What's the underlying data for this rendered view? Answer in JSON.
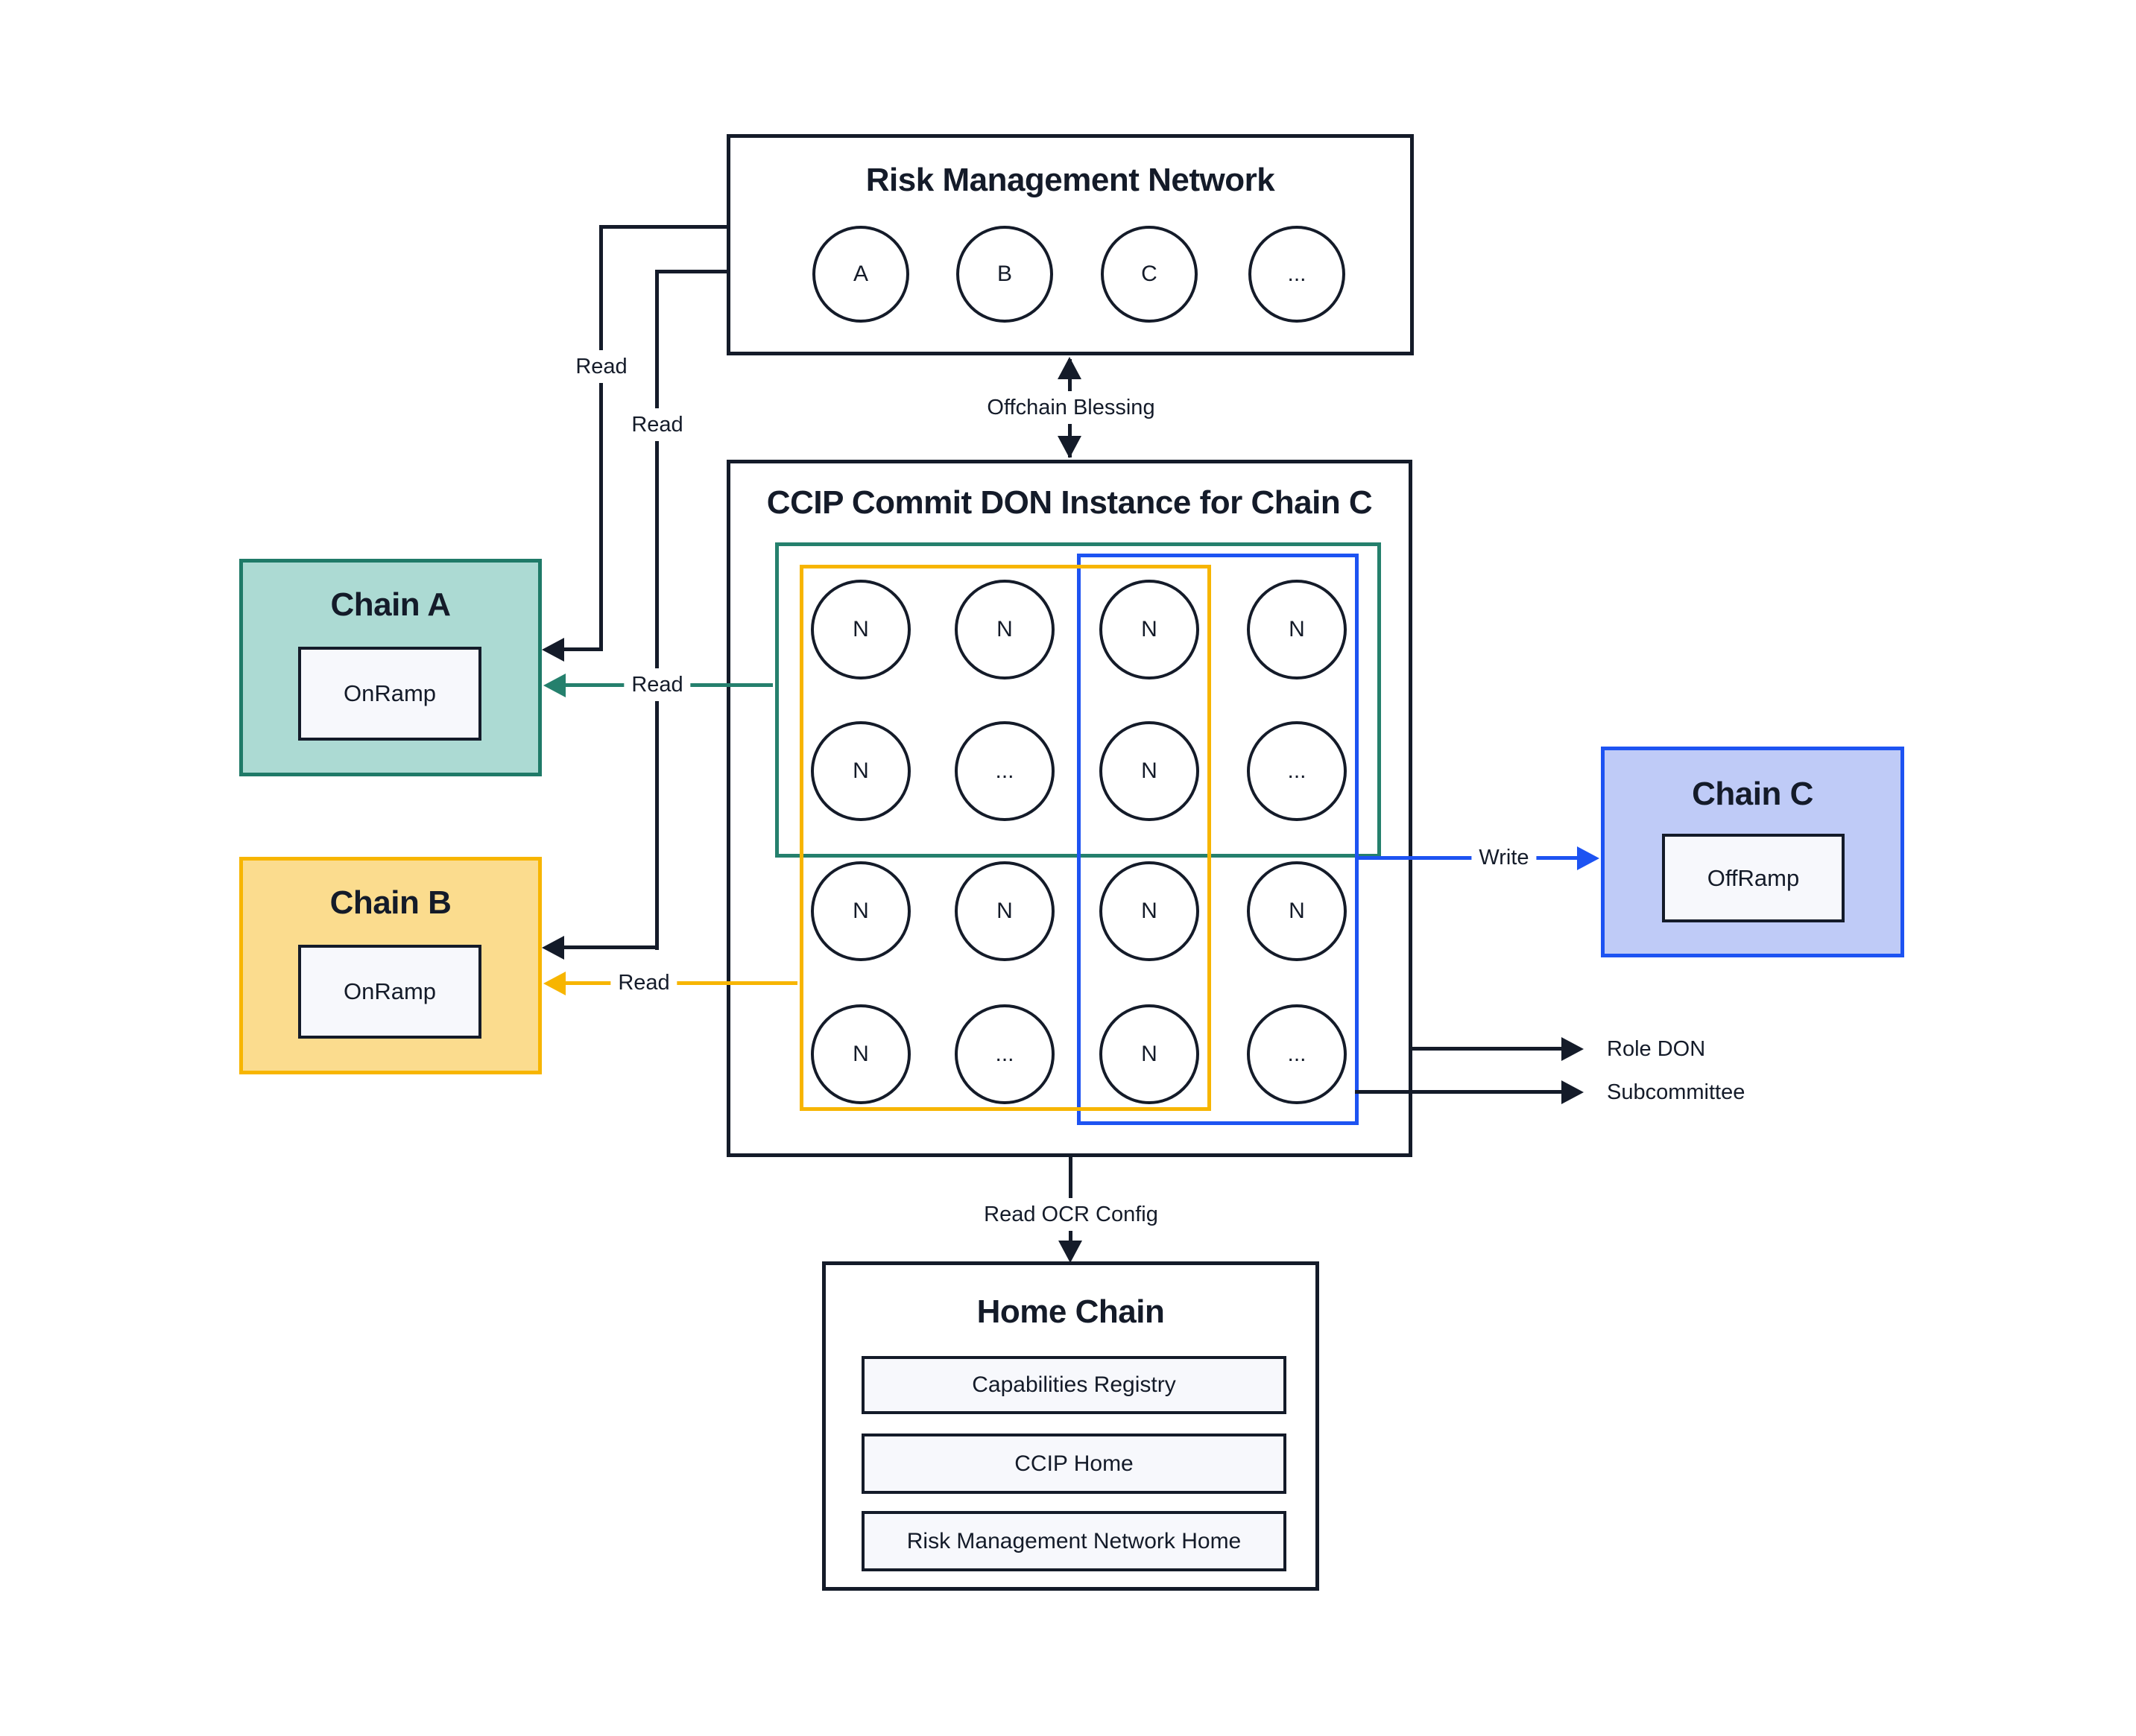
{
  "colors": {
    "line": "#141B29",
    "teal": "#25806D",
    "teal_fill": "#ACDAD3",
    "yellow": "#F7B500",
    "yellow_fill": "#FBDC8E",
    "blue": "#1D53F2",
    "blue_fill": "#BFCBF7",
    "contract_fill": "#F7F8FC",
    "background": "#FFFFFF"
  },
  "rmn": {
    "title": "Risk Management Network",
    "nodes": [
      "A",
      "B",
      "C",
      "..."
    ]
  },
  "don": {
    "title": "CCIP Commit DON Instance for Chain C",
    "grid": [
      [
        "N",
        "N",
        "N",
        "N"
      ],
      [
        "N",
        "...",
        "N",
        "..."
      ],
      [
        "N",
        "N",
        "N",
        "N"
      ],
      [
        "N",
        "...",
        "N",
        "..."
      ]
    ]
  },
  "chain_a": {
    "title": "Chain A",
    "contract": "OnRamp"
  },
  "chain_b": {
    "title": "Chain B",
    "contract": "OnRamp"
  },
  "chain_c": {
    "title": "Chain C",
    "contract": "OffRamp"
  },
  "home_chain": {
    "title": "Home Chain",
    "contracts": [
      "Capabilities Registry",
      "CCIP Home",
      "Risk Management Network Home"
    ]
  },
  "labels": {
    "read_rmn_to_a": "Read",
    "read_rmn_to_b": "Read",
    "offchain_blessing": "Offchain Blessing",
    "read_don_to_a": "Read",
    "read_don_to_b": "Read",
    "write": "Write",
    "role_don": "Role DON",
    "subcommittee": "Subcommittee",
    "read_ocr_config": "Read OCR Config"
  }
}
